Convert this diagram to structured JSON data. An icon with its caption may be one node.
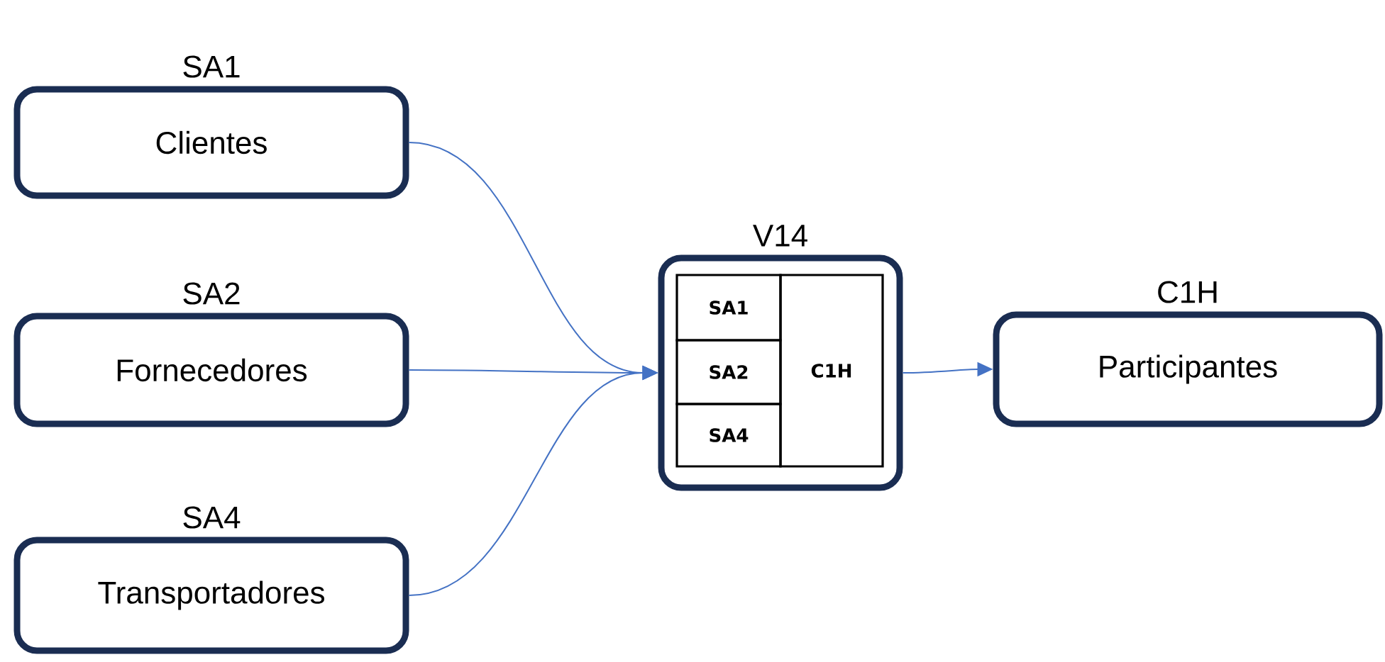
{
  "diagram": {
    "nodes": [
      {
        "text": [
          "SA1",
          "Clientes"
        ]
      },
      {
        "text": [
          "SA2",
          "Fornecedores"
        ]
      },
      {
        "text": [
          "SA4",
          "Transportadores"
        ]
      },
      {
        "text": [
          "V14"
        ]
      },
      {
        "text": [
          "SA1"
        ],
        "in": 3
      },
      {
        "text": [
          "SA2"
        ],
        "in": 3
      },
      {
        "text": [
          "SA4"
        ],
        "in": 3
      },
      {
        "text": [
          "C1H"
        ],
        "in": 3
      },
      {
        "text": [
          "C1H",
          "Participantes"
        ]
      }
    ],
    "edges": [
      {
        "from": 0,
        "to": 3,
        "arrow": "to"
      },
      {
        "from": 1,
        "to": 3,
        "arrow": "to"
      },
      {
        "from": 2,
        "to": 3,
        "arrow": "to"
      },
      {
        "from": 3,
        "to": 8,
        "arrow": "to"
      }
    ]
  }
}
